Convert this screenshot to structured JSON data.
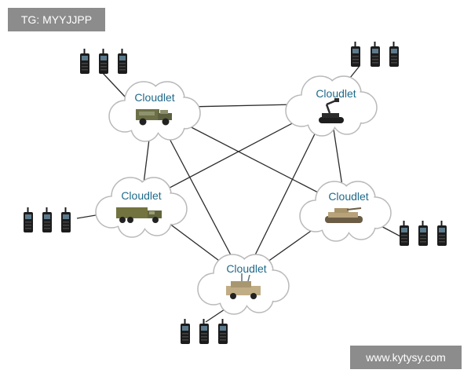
{
  "watermark_top": "TG: MYYJJPP",
  "watermark_bottom": "www.kytysy.com",
  "nodes": [
    {
      "id": "c1",
      "label": "Cloudlet",
      "vehicle": "humvee-icon"
    },
    {
      "id": "c2",
      "label": "Cloudlet",
      "vehicle": "robot-icon"
    },
    {
      "id": "c3",
      "label": "Cloudlet",
      "vehicle": "truck-icon"
    },
    {
      "id": "c4",
      "label": "Cloudlet",
      "vehicle": "tank-icon"
    },
    {
      "id": "c5",
      "label": "Cloudlet",
      "vehicle": "armored-vehicle-icon"
    }
  ],
  "colors": {
    "cloud_fill": "#ffffff",
    "cloud_stroke": "#b9b9b9",
    "label": "#1f6a8a",
    "link": "#2b2b2b",
    "radio": "#1c1c1c",
    "watermark_bg": "#8c8c8c"
  }
}
